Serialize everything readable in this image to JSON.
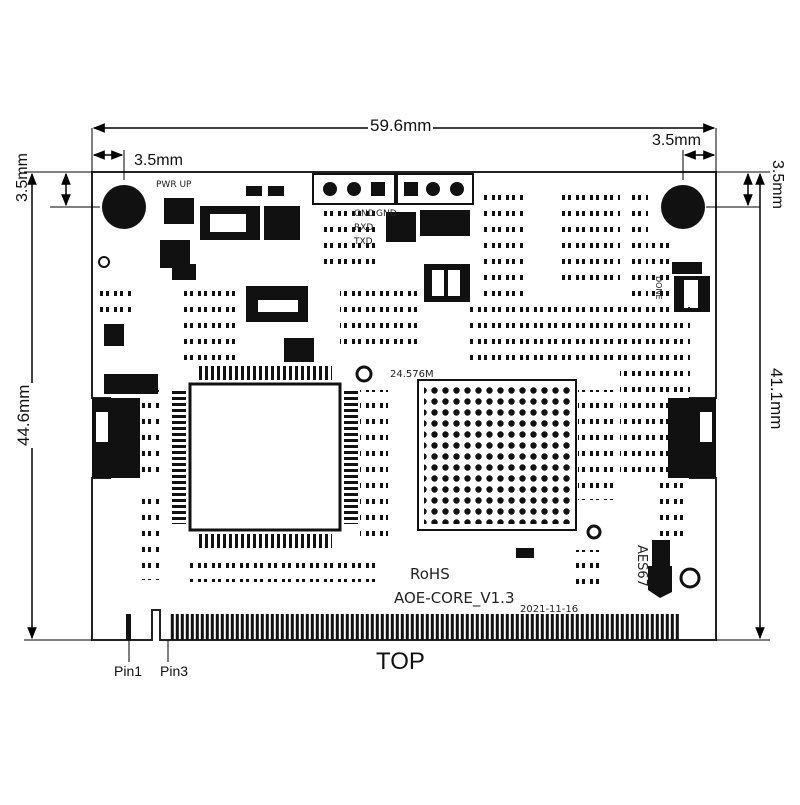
{
  "dimensions": {
    "overall_width": "59.6mm",
    "hole_offset_left": "3.5mm",
    "hole_offset_right": "3.5mm",
    "hole_offset_top_left": "3.5mm",
    "hole_offset_top_right": "3.5mm",
    "overall_height_left": "44.6mm",
    "overall_height_right": "41.1mm"
  },
  "board": {
    "name": "AOE-CORE_V1.3",
    "date": "2021-11-16",
    "rohs": "RoHS",
    "pwr_label": "PWR UP",
    "uart_labels": [
      "GND",
      "GND",
      "RXD",
      "TXD"
    ],
    "crystal": "24.576M",
    "aes": "AES67",
    "done": "DONE",
    "side": "TOP"
  },
  "pins": {
    "pin1": "Pin1",
    "pin3": "Pin3"
  },
  "colors": {
    "pcb": "#ffffff",
    "copper": "#111111",
    "outline": "#222222"
  }
}
